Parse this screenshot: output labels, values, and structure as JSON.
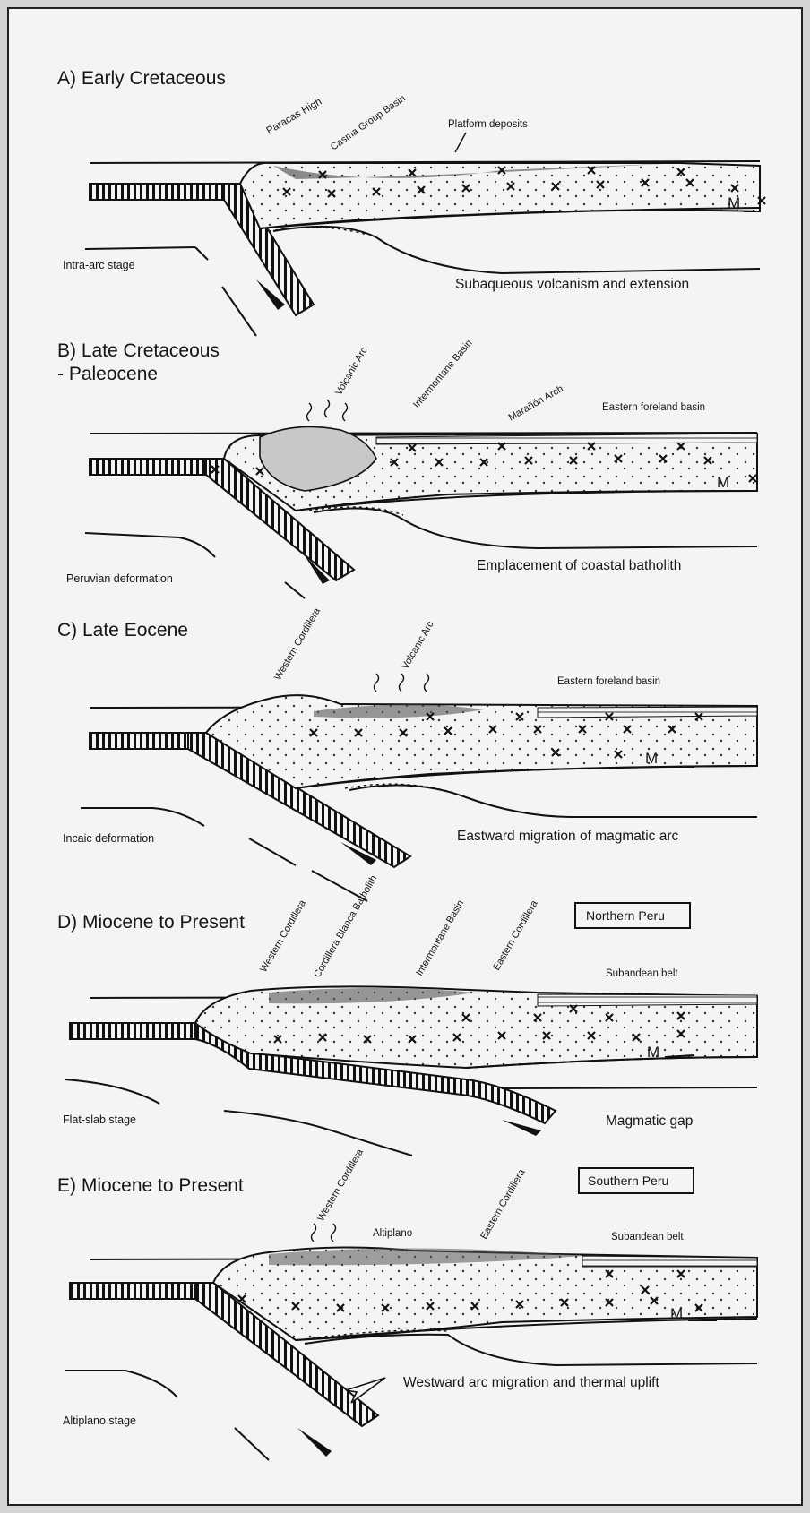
{
  "panels": [
    {
      "title": "A) Early Cretaceous",
      "stage": "Intra-arc stage",
      "caption": "Subaqueous volcanism and extension",
      "labels": [
        "Paracas High",
        "Casma Group Basin",
        "Platform deposits"
      ],
      "moho": "M"
    },
    {
      "title": "B) Late Cretaceous",
      "title2": "- Paleocene",
      "stage": "Peruvian deformation",
      "caption": "Emplacement of coastal batholith",
      "labels": [
        "Volcanic Arc",
        "Intermontane Basin",
        "Marañón Arch",
        "Eastern foreland basin"
      ],
      "moho": "M"
    },
    {
      "title": "C) Late Eocene",
      "stage": "Incaic deformation",
      "caption": "Eastward migration of magmatic arc",
      "labels": [
        "Western Cordillera",
        "Volcanic Arc",
        "Eastern foreland basin"
      ],
      "moho": "M"
    },
    {
      "title": "D) Miocene to Present",
      "region": "Northern Peru",
      "stage": "Flat-slab stage",
      "caption": "Magmatic gap",
      "labels": [
        "Western Cordillera",
        "Cordillera Blanca Batholith",
        "Intermontane Basin",
        "Eastern Cordillera",
        "Subandean belt"
      ],
      "moho": "M"
    },
    {
      "title": "E) Miocene to Present",
      "region": "Southern Peru",
      "stage": "Altiplano stage",
      "caption": "Westward arc migration and thermal uplift",
      "labels": [
        "Western Cordillera",
        "Altiplano",
        "Eastern Cordillera",
        "Subandean belt"
      ],
      "moho": "M"
    }
  ]
}
